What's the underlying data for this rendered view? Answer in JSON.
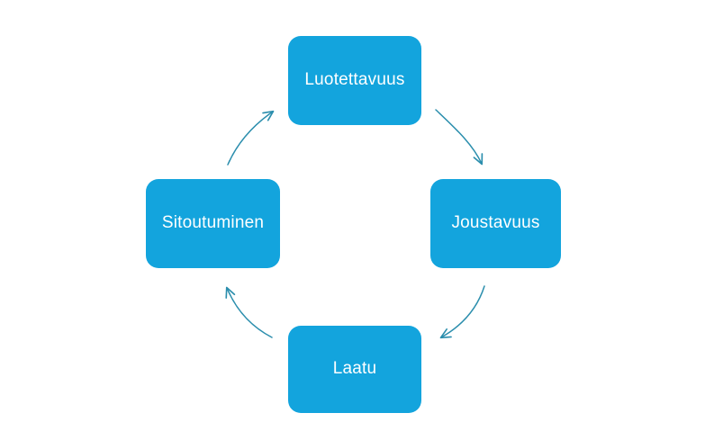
{
  "diagram": {
    "type": "cycle",
    "direction": "clockwise",
    "background_color": "#ffffff",
    "node_fill_color": "#13a4dd",
    "node_text_color": "#ffffff",
    "arrow_color": "#2b8ead",
    "nodes": [
      {
        "id": "top",
        "label": "Luotettavuus"
      },
      {
        "id": "right",
        "label": "Joustavuus"
      },
      {
        "id": "bottom",
        "label": "Laatu"
      },
      {
        "id": "left",
        "label": "Sitoutuminen"
      }
    ],
    "arrows": [
      {
        "id": "top-to-right",
        "from": "top",
        "to": "right"
      },
      {
        "id": "right-to-bottom",
        "from": "right",
        "to": "bottom"
      },
      {
        "id": "bottom-to-left",
        "from": "bottom",
        "to": "left"
      },
      {
        "id": "left-to-top",
        "from": "left",
        "to": "top"
      }
    ]
  }
}
